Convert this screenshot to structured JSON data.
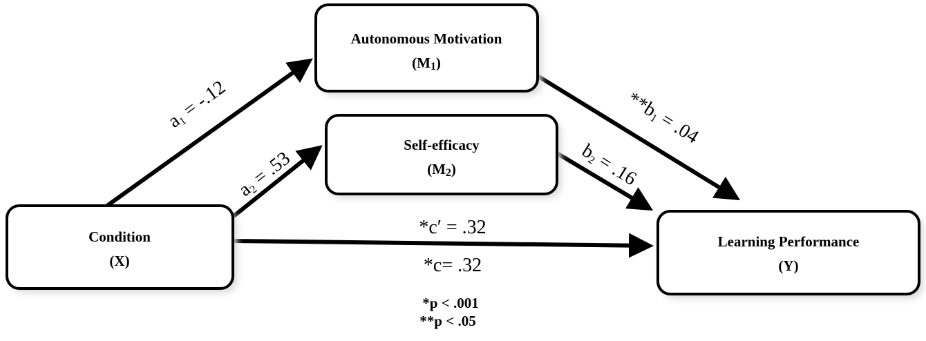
{
  "nodes": {
    "m1": {
      "title": "Autonomous Motivation",
      "symbol": "M",
      "sub": "1"
    },
    "m2": {
      "title": "Self-efficacy",
      "symbol": "M",
      "sub": "2"
    },
    "x": {
      "title": "Condition",
      "symbol": "(X)"
    },
    "y": {
      "title": "Learning Performance",
      "symbol": "(Y)"
    }
  },
  "paths": {
    "a1": {
      "prefix": "",
      "var": "a",
      "sub": "1",
      "value": " = -.12"
    },
    "a2": {
      "prefix": "",
      "var": "a",
      "sub": "2",
      "value": " = .53"
    },
    "b1": {
      "prefix": "**",
      "var": "b",
      "sub": "1",
      "value": " = .04"
    },
    "b2": {
      "prefix": "",
      "var": "b",
      "sub": "2",
      "value": " = .16"
    },
    "c_prime": "*c′ = .32",
    "c": "*c= .32"
  },
  "notes": [
    "*p < .001",
    "**p < .05"
  ]
}
